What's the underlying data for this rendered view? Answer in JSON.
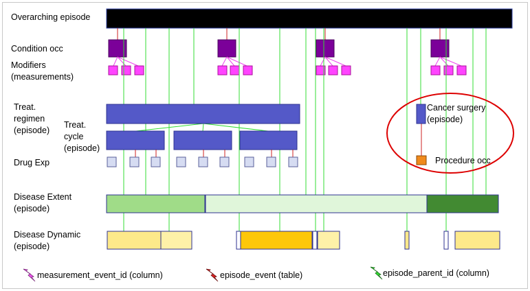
{
  "rows": {
    "overarching": "Overarching episode",
    "condition": "Condition occ",
    "modifiers_1": "Modifiers",
    "modifiers_2": "(measurements)",
    "treat_regimen_1": "Treat.",
    "treat_regimen_2": "regimen",
    "treat_regimen_3": "(episode)",
    "treat_cycle_1": "Treat.",
    "treat_cycle_2": "cycle",
    "treat_cycle_3": "(episode)",
    "drug_exp": "Drug Exp",
    "disease_extent_1": "Disease Extent",
    "disease_extent_2": "(episode)",
    "disease_dynamic_1": "Disease Dynamic",
    "disease_dynamic_2": "(episode)"
  },
  "callout": {
    "surgery_1": "Cancer surgery",
    "surgery_2": "(episode)",
    "procedure": "Procedure occ"
  },
  "legend": {
    "measurement": "measurement_event_id (column)",
    "episode_event": "episode_event (table)",
    "episode_parent": "episode_parent_id (column)"
  },
  "colors": {
    "overarching": "#000000",
    "condition": "#7b0099",
    "modifier": "#ff44ff",
    "regimen": "#5459c8",
    "drug": "#d6dcf2",
    "extent_light": "#a0dc88",
    "extent_pale": "#e0f6da",
    "extent_dark": "#428a32",
    "dynamic_light": "#fde98a",
    "dynamic_bright": "#fdc70a",
    "procedure": "#f08a1c",
    "green_line": "#33dd33",
    "red_line": "#cc2222",
    "magenta_line": "#ee44ee",
    "callout_ellipse": "#dd0000"
  }
}
